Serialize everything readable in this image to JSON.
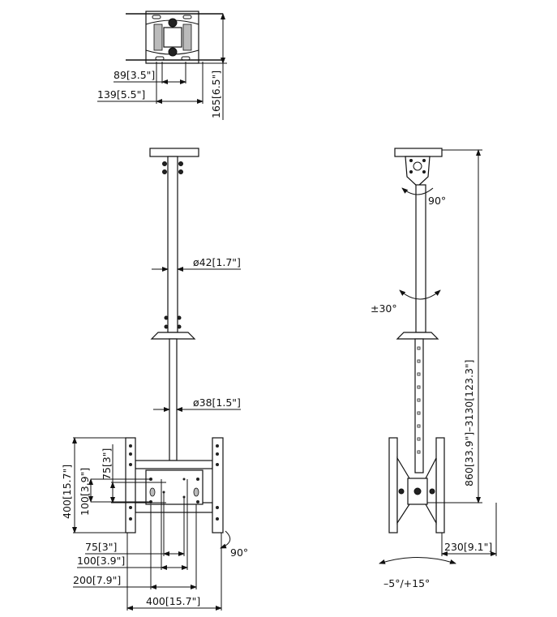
{
  "top_view": {
    "dim_89": "89[3.5\"]",
    "dim_139": "139[5.5\"]",
    "dim_165": "165[6.5\"]"
  },
  "front_view": {
    "dim_pole_upper": "ø42[1.7\"]",
    "dim_pole_lower": "ø38[1.5\"]",
    "dim_height_400": "400[15.7\"]",
    "dim_75_vertical": "75[3\"]",
    "dim_100_vertical": "100[3.9\"]",
    "dim_75_horizontal": "75[3\"]",
    "dim_100_horizontal": "100[3.9\"]",
    "dim_200_horizontal": "200[7.9\"]",
    "dim_width_400": "400[15.7\"]",
    "rotation_label": "90°"
  },
  "side_view": {
    "swivel_label": "90°",
    "rotate_label": "±30°",
    "height_range": "860[33.9\"]–3130[123.3\"]",
    "dim_230": "230[9.1\"]",
    "tilt_label": "–5°/+15°"
  }
}
